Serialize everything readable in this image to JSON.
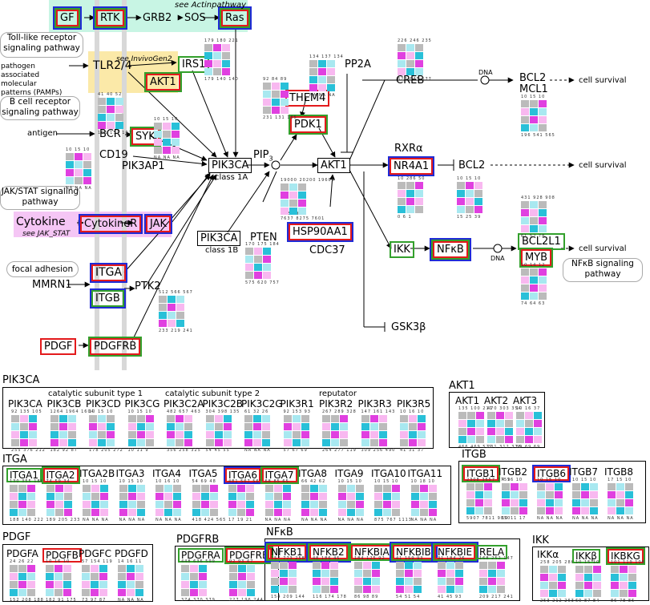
{
  "pathway": {
    "top_nodes": {
      "gf": "GF",
      "rtk": "RTK",
      "grb2": "GRB2",
      "sos": "SOS",
      "ras": "Ras",
      "see_actin": "see Actinpathway"
    },
    "tlr": {
      "label": "Toll-like receptor signaling pathway",
      "node": "TLR2/4",
      "see": "see InvivoGen2",
      "pamp": "pathogen associated molecular patterns (PAMPs)",
      "irs1": "IRS1",
      "akt1": "AKT1"
    },
    "bcr": {
      "label": "B cell receptor signaling pathway",
      "antigen": "antigen",
      "bcr": "BCR",
      "syk": "SYK",
      "cd19": "CD19",
      "pik3ap1": "PIK3AP1"
    },
    "jak": {
      "label": "JAK/STAT signaling pathway",
      "cytokine": "Cytokine",
      "see": "see JAK_STAT",
      "cytokiner": "CytokineR",
      "jak": "JAK"
    },
    "focal": {
      "label": "focal adhesion",
      "mmrn1": "MMRN1",
      "itga": "ITGA",
      "itgb": "ITGB",
      "ptk2": "PTK2"
    },
    "pdgf": {
      "pdgf": "PDGF",
      "pdgfrb": "PDGFRB"
    },
    "core": {
      "pik3ca": "PIK3CA",
      "class1a": "class 1A",
      "pik3ca_b": "PIK3CA",
      "class1b": "class 1B",
      "pip": "PIP",
      "pip_sub": "3",
      "pdk1": "PDK1",
      "them4": "THEM4",
      "pten": "PTEN",
      "akt1": "AKT1",
      "pp2a": "PP2A",
      "hsp90": "HSP90AA1",
      "cdc37": "CDC37",
      "hsp_small": "HSP90AA1"
    },
    "right": {
      "creb": "CREB",
      "dna1": "DNA",
      "bcl2": "BCL2",
      "mcl1": "MCL1",
      "cell_survival_1": "cell survival",
      "rxra": "RXRα",
      "nr4a1": "NR4A1",
      "bcl2_b": "BCL2",
      "cell_survival_2": "cell survival",
      "ikk": "IKK",
      "nfkb": "NFκB",
      "dna2": "DNA",
      "bcl2l1": "BCL2L1",
      "myb": "MYB",
      "cell_survival_3": "cell survival",
      "nfkb_label": "NFκB signaling pathway",
      "gsk3b": "GSK3β"
    }
  },
  "panels": {
    "pik3ca": {
      "title": "PIK3CA",
      "groups": [
        "catalytic subunit type 1",
        "catalytic subunit type 2",
        "reputator"
      ],
      "genes": [
        "PIK3CA",
        "PIK3CB",
        "PIK3CD",
        "PIK3CG",
        "PIK3C2A",
        "PIK3C2B",
        "PIK3C2G",
        "PIK3R1",
        "PIK3R2",
        "PIK3R3",
        "PIK3R5"
      ],
      "top": [
        [
          "92",
          "135",
          "105"
        ],
        [
          "1264",
          "1964",
          "1604"
        ],
        [
          "10",
          "15",
          "10"
        ],
        [
          "10",
          "15",
          "10"
        ],
        [
          "482",
          "657",
          "463"
        ],
        [
          "304",
          "398",
          "135"
        ],
        [
          "61",
          "32",
          "26"
        ],
        [
          "92",
          "153",
          "93"
        ],
        [
          "267",
          "289",
          "328"
        ],
        [
          "147",
          "161",
          "143"
        ],
        [
          "10",
          "16",
          "10"
        ]
      ],
      "bot": [
        [
          "255",
          "376",
          "212"
        ],
        [
          "182",
          "92",
          "87"
        ],
        [
          "178",
          "205",
          "272"
        ],
        [
          "10",
          "11",
          "9"
        ],
        [
          "356",
          "258",
          "325"
        ],
        [
          "54",
          "45",
          "55"
        ],
        [
          "NA",
          "NA",
          "NA"
        ],
        [
          "57",
          "67",
          "69"
        ],
        [
          "264",
          "277",
          "119"
        ],
        [
          "309",
          "256",
          "490"
        ],
        [
          "41",
          "31",
          "37"
        ]
      ]
    },
    "akt1": {
      "title": "AKT1",
      "genes": [
        "AKT1",
        "AKT2",
        "AKT3"
      ],
      "top": [
        [
          "135",
          "100",
          "211"
        ],
        [
          "470",
          "303",
          "354"
        ],
        [
          "10",
          "16",
          "37"
        ]
      ],
      "bot": [
        [
          "466",
          "469",
          "522"
        ],
        [
          "201",
          "312",
          "378"
        ],
        [
          "59",
          "69",
          "69"
        ]
      ]
    },
    "itga": {
      "title": "ITGA",
      "genes": [
        "ITGA1",
        "ITGA2",
        "ITGA2B",
        "ITGA3",
        "ITGA4",
        "ITGA5",
        "ITGA6",
        "ITGA7",
        "ITGA8",
        "ITGA9",
        "ITGA10",
        "ITGA11"
      ],
      "top": [
        [
          "130",
          "355",
          "186"
        ],
        [
          "74",
          "59",
          "34"
        ],
        [
          "10",
          "15",
          "10"
        ],
        [
          "10",
          "15",
          "10"
        ],
        [
          "10",
          "16",
          "10"
        ],
        [
          "54",
          "69",
          "48"
        ],
        [
          "481",
          "567",
          "563"
        ],
        [
          "68",
          "85",
          "65"
        ],
        [
          "66",
          "42",
          "62"
        ],
        [
          "10",
          "15",
          "10"
        ],
        [
          "10",
          "15",
          "10"
        ],
        [
          "10",
          "18",
          "10"
        ]
      ],
      "bot": [
        [
          "188",
          "140",
          "222"
        ],
        [
          "189",
          "205",
          "233"
        ],
        [
          "NA",
          "NA",
          "NA"
        ],
        [
          "NA",
          "NA",
          "NA"
        ],
        [
          "NA",
          "NA",
          "NA"
        ],
        [
          "418",
          "424",
          "565"
        ],
        [
          "17",
          "19",
          "21"
        ],
        [
          "NA",
          "NA",
          "NA"
        ],
        [
          "NA",
          "NA",
          "NA"
        ],
        [
          "NA",
          "NA",
          "NA"
        ],
        [
          "875",
          "767",
          "1113"
        ],
        [
          "NA",
          "NA",
          "NA"
        ]
      ]
    },
    "itgb": {
      "title": "ITGB",
      "genes": [
        "ITGB1",
        "ITGB2",
        "ITGB6",
        "ITGB7",
        "ITGB8"
      ],
      "top": [
        [
          "2308",
          "3657",
          "2759"
        ],
        [
          "4",
          "16",
          "10"
        ],
        [
          "10",
          "15",
          "10"
        ],
        [
          "10",
          "15",
          "10"
        ],
        [
          "17",
          "15",
          "10"
        ]
      ],
      "bot": [
        [
          "5907",
          "7811",
          "9850"
        ],
        [
          "10",
          "11",
          "17"
        ],
        [
          "NA",
          "NA",
          "NA"
        ],
        [
          "NA",
          "NA",
          "NA"
        ],
        [
          "NA",
          "NA",
          "NA"
        ]
      ]
    },
    "pdgf": {
      "title": "PDGF",
      "genes": [
        "PDGFA",
        "PDGFB",
        "PDGFC",
        "PDGFD"
      ],
      "top": [
        [
          "24",
          "26",
          "22"
        ],
        [
          "10",
          "16",
          "10"
        ],
        [
          "57",
          "154",
          "119"
        ],
        [
          "14",
          "16",
          "11"
        ]
      ],
      "bot": [
        [
          "152",
          "208",
          "188"
        ],
        [
          "182",
          "91",
          "175"
        ],
        [
          "73",
          "97",
          "87"
        ],
        [
          "NA",
          "NA",
          "NA"
        ]
      ]
    },
    "pdgfrb": {
      "title": "PDGFRB",
      "genes": [
        "PDGFRA",
        "PDGFRB"
      ],
      "top": [
        [
          "448",
          "636",
          "599"
        ],
        [
          "92",
          "93",
          "47"
        ]
      ],
      "bot": [
        [
          "374",
          "370",
          "379"
        ],
        [
          "227",
          "196",
          "244"
        ]
      ]
    },
    "nfkb": {
      "title": "NFκB",
      "genes": [
        "NFKB1",
        "NFKB2",
        "NFKBIA",
        "NFKBIB",
        "NFKBIE",
        "RELA"
      ],
      "top": [
        [
          "157",
          "773",
          "258"
        ],
        [
          "48",
          "186",
          "45"
        ],
        [
          "184",
          "125",
          "92"
        ],
        [
          "41",
          "159",
          "93"
        ],
        [
          "31",
          "184",
          "26"
        ],
        [
          "168",
          "252",
          "147"
        ]
      ],
      "bot": [
        [
          "154",
          "209",
          "144"
        ],
        [
          "116",
          "174",
          "178"
        ],
        [
          "86",
          "98",
          "89"
        ],
        [
          "54",
          "51",
          "54"
        ],
        [
          "41",
          "45",
          "93"
        ],
        [
          "209",
          "217",
          "241"
        ]
      ]
    },
    "ikk": {
      "title": "IKK",
      "genes": [
        "IKKα",
        "IKKβ",
        "IKBKG"
      ],
      "top": [
        [
          "258",
          "205",
          "286"
        ],
        [
          "10",
          "15",
          "10"
        ],
        [
          "101",
          "119",
          "108"
        ]
      ],
      "bot": [
        [
          "253",
          "212",
          "263"
        ],
        [
          "69",
          "87",
          "84"
        ],
        [
          "86",
          "78",
          "85"
        ]
      ]
    }
  },
  "small_nodes": {
    "irs1_top": [
      "179",
      "180",
      "221"
    ],
    "irs1_bot": [
      "179",
      "140",
      "140"
    ],
    "them4_top": [
      "41",
      "40",
      "52"
    ],
    "them4_bot": [
      "101",
      "152",
      "102"
    ],
    "creb_top": [
      "226",
      "246",
      "235"
    ],
    "creb_bot": [
      "620",
      "645",
      "677"
    ],
    "bcl2_top": [
      "10",
      "15",
      "10"
    ],
    "bcl2_bot": [
      "196",
      "541",
      "565"
    ],
    "cd19_top": [
      "10",
      "15",
      "10"
    ],
    "cd19_bot": [
      "NA",
      "NA",
      "NA"
    ],
    "syk_top": [
      "10",
      "15",
      "10"
    ],
    "syk_bot": [
      "NA",
      "NA",
      "NA"
    ],
    "pdk1_top": [
      "134",
      "137",
      "134"
    ],
    "pdk1_bot": [
      "NA",
      "NA",
      "NA"
    ],
    "hsp_top": [
      "19000",
      "20200",
      "19600"
    ],
    "hsp_bot": [
      "7637",
      "8275",
      "7601"
    ],
    "nr4a1_top": [
      "10",
      "286",
      "50"
    ],
    "nr4a1_bot": [
      "0",
      "6",
      "1"
    ],
    "pten_top": [
      "170",
      "175",
      "184"
    ],
    "pten_bot": [
      "575",
      "620",
      "757"
    ],
    "ptk2_top": [
      "512",
      "566",
      "567"
    ],
    "ptk2_bot": [
      "233",
      "219",
      "241"
    ],
    "bcl2l1_top": [
      "431",
      "928",
      "908"
    ],
    "bcl2l1_bot": [
      "61",
      "52",
      "78"
    ],
    "myb_top": [
      "10",
      "14",
      "12"
    ],
    "myb_bot": [
      "74",
      "64",
      "63"
    ],
    "akt1_top": [
      "92",
      "84",
      "89"
    ],
    "akt1_bot": [
      "231",
      "131",
      "165"
    ],
    "bcl2b_top": [
      "10",
      "15",
      "10"
    ],
    "bcl2b_bot": [
      "15",
      "25",
      "39"
    ]
  },
  "colors": {
    "red": "#e31a1c",
    "green": "#33a02c",
    "blue": "#1f2bd6",
    "magenta": "#e040e0",
    "cyan": "#29c0d8",
    "pink": "#f8b8f0",
    "lightcyan": "#a8e8f0",
    "grey": "#bbbbbb",
    "mint": "#c8f5e4",
    "yellow": "#fbe9a8",
    "violet": "#f5c6f5"
  }
}
